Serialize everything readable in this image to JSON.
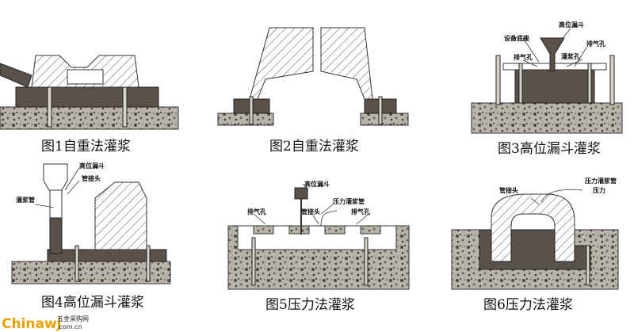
{
  "figures": [
    {
      "caption": "图1自重法灌浆",
      "labels": []
    },
    {
      "caption": "图2自重法灌浆",
      "labels": []
    },
    {
      "caption": "图3高位漏斗灌浆",
      "labels": [
        "高位漏斗",
        "设备底座",
        "排气孔",
        "灌浆孔",
        "排气孔"
      ]
    },
    {
      "caption": "图4高位漏斗灌浆",
      "labels": [
        "高位漏斗",
        "管接头",
        "灌浆管"
      ]
    },
    {
      "caption": "图5压力法灌浆",
      "labels": [
        "高位漏斗",
        "压力灌浆管",
        "排气孔",
        "管接头",
        "排气孔"
      ]
    },
    {
      "caption": "图6压力法灌浆",
      "labels": [
        "管接头",
        "压力灌浆管",
        "压力"
      ]
    }
  ],
  "watermark": {
    "brand": "Chinawj",
    "domain": ".com.cn",
    "cn": "五金采购网"
  }
}
